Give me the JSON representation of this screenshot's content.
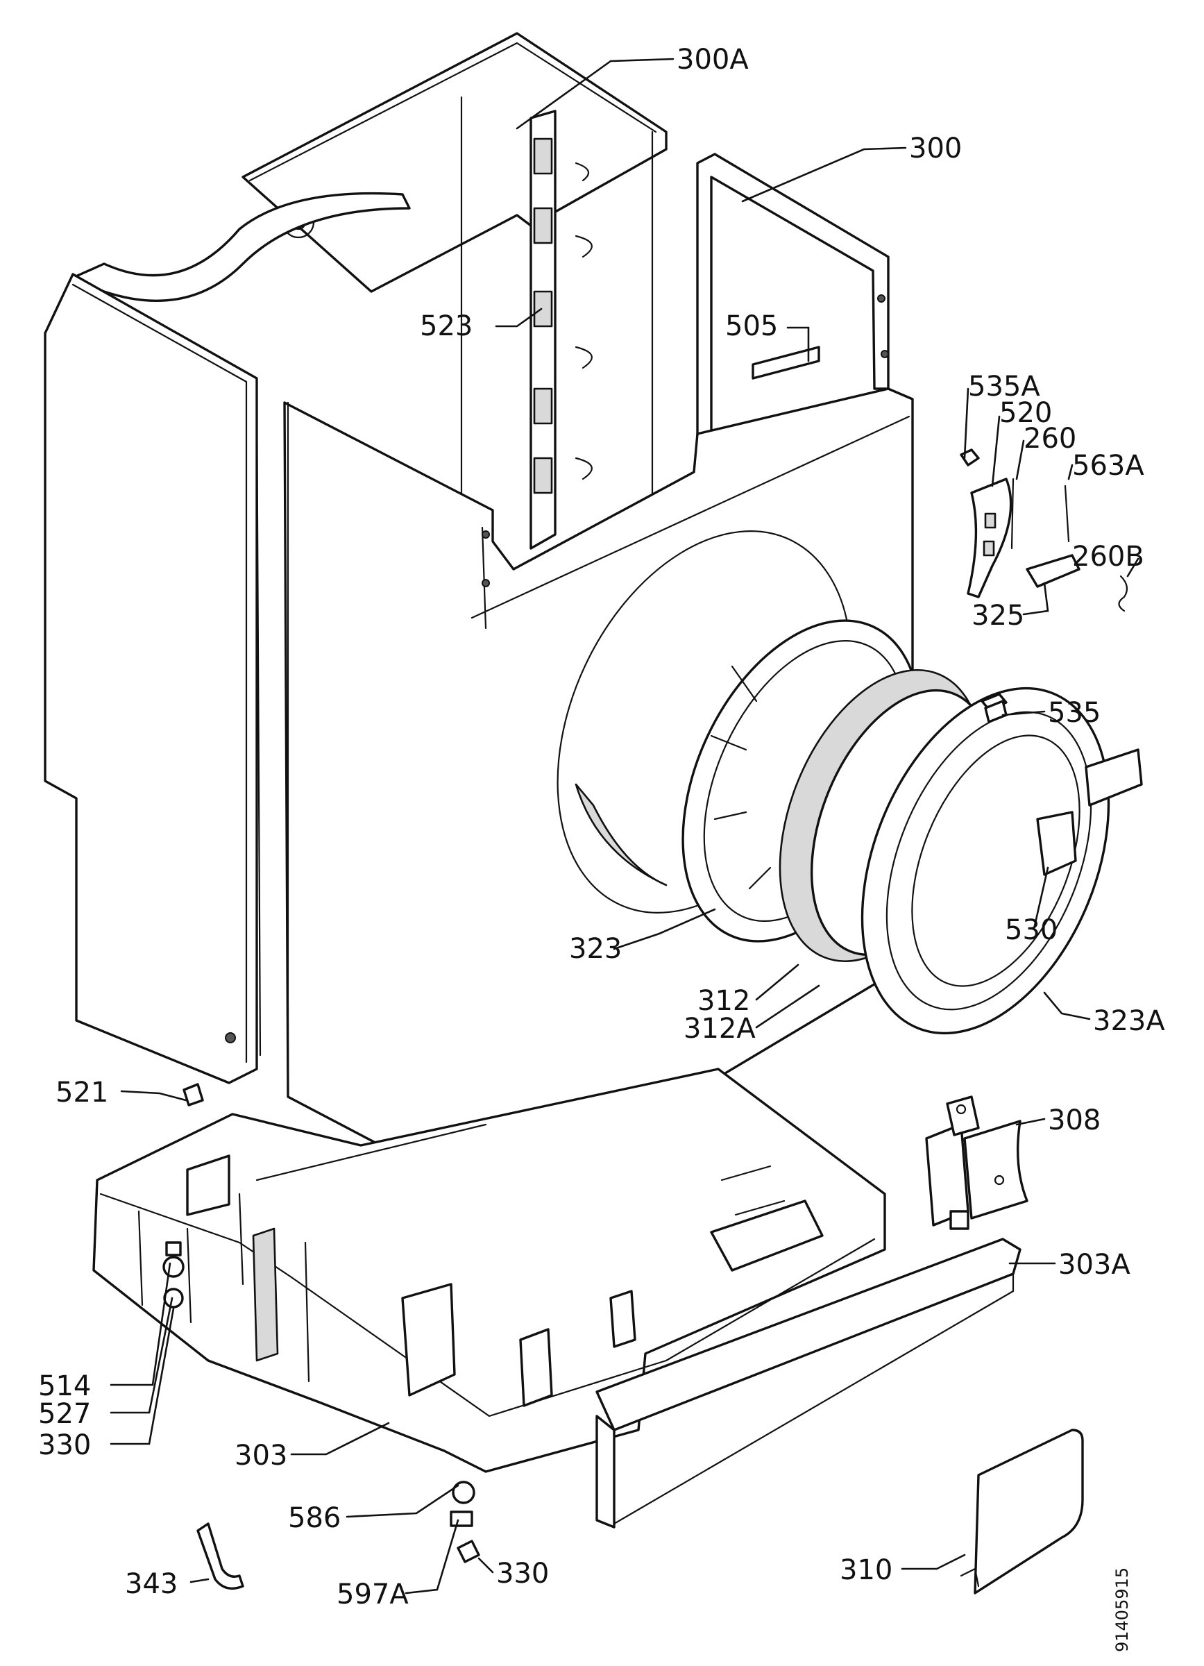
{
  "labels": {
    "l300A": "300A",
    "l300": "300",
    "l523": "523",
    "l505": "505",
    "l535A": "535A",
    "l520": "520",
    "l260": "260",
    "l563A": "563A",
    "l260B": "260B",
    "l325": "325",
    "l535": "535",
    "l530": "530",
    "l323": "323",
    "l312": "312",
    "l312A": "312A",
    "l323A": "323A",
    "l521": "521",
    "l308": "308",
    "l303A": "303A",
    "l514": "514",
    "l527": "527",
    "l330a": "330",
    "l303": "303",
    "l586": "586",
    "l343": "343",
    "l597A": "597A",
    "l330b": "330",
    "l310": "310"
  },
  "drawing_code": "91405915"
}
